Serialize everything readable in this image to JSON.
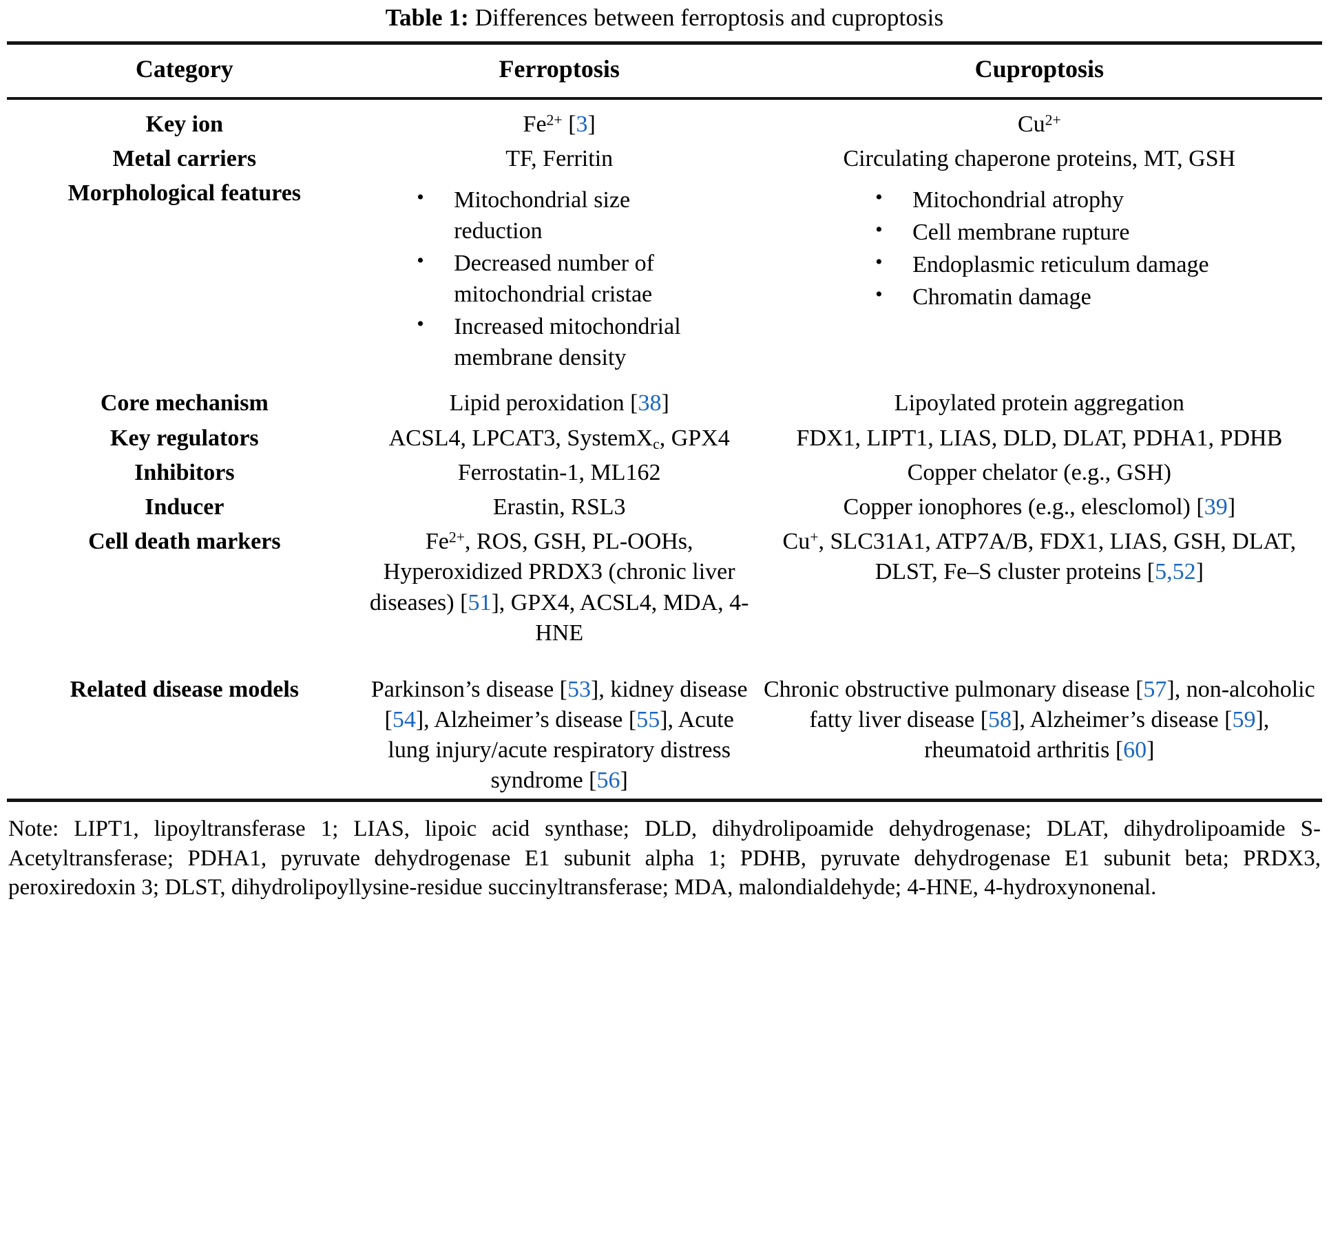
{
  "caption": {
    "label": "Table 1:",
    "text": " Differences between ferroptosis and cuproptosis"
  },
  "colors": {
    "reference_link": "#1a66c2",
    "rule": "#141414",
    "text": "#000000",
    "background": "#ffffff"
  },
  "table": {
    "headers": [
      "Category",
      "Ferroptosis",
      "Cuproptosis"
    ],
    "rows": [
      {
        "category": "Key ion",
        "ferroptosis_html": "Fe<sup>2+</sup> [<span class=\"ref\">3</span>]",
        "ferroptosis_text": "Fe2+ [3]",
        "cuproptosis_html": "Cu<sup>2+</sup>",
        "cuproptosis_text": "Cu2+"
      },
      {
        "category": "Metal carriers",
        "ferroptosis_html": "TF, Ferritin",
        "ferroptosis_text": "TF, Ferritin",
        "cuproptosis_html": "Circulating chaperone proteins, MT, GSH",
        "cuproptosis_text": "Circulating chaperone proteins, MT, GSH"
      },
      {
        "category": "Morphological features",
        "ferroptosis_bullets": [
          "Mitochondrial size reduction",
          "Decreased number of mitochondrial cristae",
          "Increased mitochondrial membrane density"
        ],
        "cuproptosis_bullets": [
          "Mitochondrial atrophy",
          "Cell membrane rupture",
          "Endoplasmic reticulum damage",
          "Chromatin damage"
        ]
      },
      {
        "category": "Core mechanism",
        "ferroptosis_html": "Lipid peroxidation [<span class=\"ref\">38</span>]",
        "ferroptosis_text": "Lipid peroxidation [38]",
        "cuproptosis_html": "Lipoylated protein aggregation",
        "cuproptosis_text": "Lipoylated protein aggregation"
      },
      {
        "category": "Key regulators",
        "ferroptosis_html": "ACSL4, LPCAT3, SystemX<sub>c</sub>, GPX4",
        "ferroptosis_text": "ACSL4, LPCAT3, SystemXc, GPX4",
        "cuproptosis_html": "FDX1, LIPT1, LIAS, DLD, DLAT, PDHA1, PDHB",
        "cuproptosis_text": "FDX1, LIPT1, LIAS, DLD, DLAT, PDHA1, PDHB"
      },
      {
        "category": "Inhibitors",
        "ferroptosis_html": "Ferrostatin-1, ML162",
        "ferroptosis_text": "Ferrostatin-1, ML162",
        "cuproptosis_html": "Copper chelator (e.g., GSH)",
        "cuproptosis_text": "Copper chelator (e.g., GSH)"
      },
      {
        "category": "Inducer",
        "ferroptosis_html": "Erastin, RSL3",
        "ferroptosis_text": "Erastin, RSL3",
        "cuproptosis_html": "Copper ionophores (e.g., elesclomol) [<span class=\"ref\">39</span>]",
        "cuproptosis_text": "Copper ionophores (e.g., elesclomol) [39]"
      },
      {
        "category": "Cell death markers",
        "ferroptosis_html": "Fe<sup>2+</sup>, ROS, GSH, PL-OOHs, Hyperoxidized PRDX3 (chronic liver diseases) [<span class=\"ref\">51</span>], GPX4, ACSL4, MDA, 4-HNE",
        "ferroptosis_text": "Fe2+, ROS, GSH, PL-OOHs, Hyperoxidized PRDX3 (chronic liver diseases) [51], GPX4, ACSL4, MDA, 4-HNE",
        "cuproptosis_html": "Cu<sup>+</sup>, SLC31A1, ATP7A/B, FDX1, LIAS, GSH, DLAT, DLST, Fe–S cluster proteins [<span class=\"ref\">5,52</span>]",
        "cuproptosis_text": "Cu+, SLC31A1, ATP7A/B, FDX1, LIAS, GSH, DLAT, DLST, Fe–S cluster proteins [5,52]"
      },
      {
        "category": "Related disease models",
        "ferroptosis_html": "Parkinson’s disease [<span class=\"ref\">53</span>], kidney disease [<span class=\"ref\">54</span>], Alzheimer’s disease [<span class=\"ref\">55</span>], Acute lung injury/acute respiratory distress syndrome [<span class=\"ref\">56</span>]",
        "ferroptosis_text": "Parkinson’s disease [53], kidney disease [54], Alzheimer’s disease [55], Acute lung injury/acute respiratory distress syndrome [56]",
        "cuproptosis_html": "Chronic obstructive pulmonary disease [<span class=\"ref\">57</span>], non-alcoholic fatty liver disease [<span class=\"ref\">58</span>], Alzheimer’s disease [<span class=\"ref\">59</span>], rheumatoid arthritis [<span class=\"ref\">60</span>]",
        "cuproptosis_text": "Chronic obstructive pulmonary disease [57], non-alcoholic fatty liver disease [58], Alzheimer’s disease [59], rheumatoid arthritis [60]"
      }
    ]
  },
  "note": {
    "text": "Note: LIPT1, lipoyltransferase 1; LIAS, lipoic acid synthase; DLD, dihydrolipoamide dehydrogenase; DLAT, dihydrolipoamide S-Acetyltransferase; PDHA1, pyruvate dehydrogenase E1 subunit alpha 1; PDHB, pyruvate dehydrogenase E1 subunit beta; PRDX3, peroxiredoxin 3; DLST, dihydrolipoyllysine-residue succinyltransferase; MDA, malondialdehyde; 4-HNE, 4-hydroxynonenal."
  }
}
